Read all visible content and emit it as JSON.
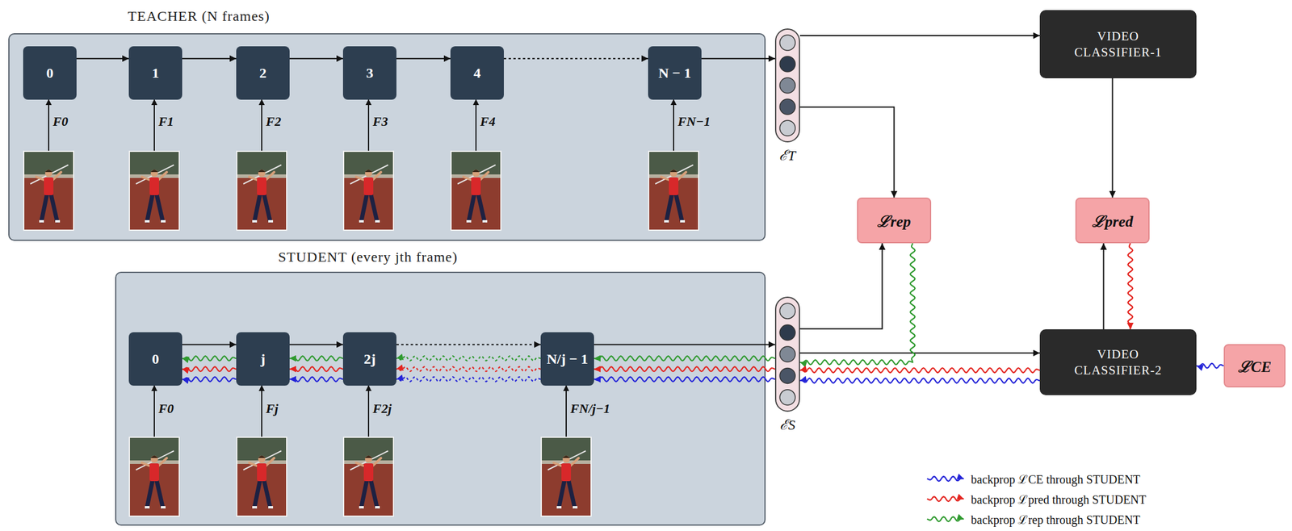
{
  "diagram": {
    "nodes": [
      {
        "text": [
          "TEACHER (N frames)"
        ]
      },
      {
        "text": [
          "0"
        ],
        "in": 0
      },
      {
        "text": [
          "1"
        ],
        "in": 0
      },
      {
        "text": [
          "2"
        ],
        "in": 0
      },
      {
        "text": [
          "3"
        ],
        "in": 0
      },
      {
        "text": [
          "4"
        ],
        "in": 0
      },
      {
        "text": [
          "N − 1"
        ],
        "in": 0
      },
      {
        "text": [
          "ℰT"
        ]
      },
      {
        "text": [
          "VIDEO CLASSIFIER-1"
        ]
      },
      {
        "text": [
          "ℒrep"
        ]
      },
      {
        "text": [
          "ℒpred"
        ]
      },
      {
        "text": [
          "STUDENT (every jth frame)"
        ]
      },
      {
        "text": [
          "0"
        ],
        "in": 11
      },
      {
        "text": [
          "j"
        ],
        "in": 11
      },
      {
        "text": [
          "2j"
        ],
        "in": 11
      },
      {
        "text": [
          "N/j − 1"
        ],
        "in": 11
      },
      {
        "text": [
          "ℰS"
        ]
      },
      {
        "text": [
          "VIDEO CLASSIFIER-2"
        ]
      },
      {
        "text": [
          "ℒCE"
        ]
      }
    ],
    "edges": [
      {
        "from": 1,
        "to": 2,
        "arrow": "to"
      },
      {
        "from": 2,
        "to": 3,
        "arrow": "to"
      },
      {
        "from": 3,
        "to": 4,
        "arrow": "to"
      },
      {
        "from": 4,
        "to": 5,
        "arrow": "to"
      },
      {
        "from": 5,
        "to": 6,
        "arrow": "to"
      },
      {
        "from": 6,
        "to": 7,
        "arrow": "to"
      },
      {
        "from": 7,
        "to": 8,
        "arrow": "to"
      },
      {
        "from": 7,
        "to": 9,
        "arrow": "to"
      },
      {
        "from": 8,
        "to": 10,
        "arrow": "to"
      },
      {
        "from": 12,
        "to": 13,
        "arrow": "to"
      },
      {
        "from": 13,
        "to": 14,
        "arrow": "to"
      },
      {
        "from": 14,
        "to": 15,
        "arrow": "to"
      },
      {
        "from": 15,
        "to": 16,
        "arrow": "to"
      },
      {
        "from": 16,
        "to": 9,
        "arrow": "to"
      },
      {
        "from": 16,
        "to": 17,
        "arrow": "to"
      },
      {
        "from": 17,
        "to": 10,
        "arrow": "to"
      },
      {
        "from": 9,
        "to": 16,
        "arrow": "to"
      },
      {
        "from": 10,
        "to": 17,
        "arrow": "to"
      },
      {
        "from": 18,
        "to": 17,
        "arrow": "to"
      },
      {
        "from": 17,
        "to": 16,
        "arrow": "to"
      },
      {
        "from": 17,
        "to": 16,
        "arrow": "to"
      },
      {
        "from": 16,
        "to": 15,
        "arrow": "to"
      },
      {
        "from": 16,
        "to": 15,
        "arrow": "to"
      },
      {
        "from": 16,
        "to": 15,
        "arrow": "to"
      },
      {
        "from": 15,
        "to": 14,
        "arrow": "to"
      },
      {
        "from": 15,
        "to": 14,
        "arrow": "to"
      },
      {
        "from": 15,
        "to": 14,
        "arrow": "to"
      },
      {
        "from": 14,
        "to": 13,
        "arrow": "to"
      },
      {
        "from": 14,
        "to": 13,
        "arrow": "to"
      },
      {
        "from": 14,
        "to": 13,
        "arrow": "to"
      },
      {
        "from": 13,
        "to": 12,
        "arrow": "to"
      },
      {
        "from": 13,
        "to": 12,
        "arrow": "to"
      },
      {
        "from": 13,
        "to": 12,
        "arrow": "to"
      }
    ],
    "labels": [
      "F0",
      "F1",
      "F2",
      "F3",
      "F4",
      "FN−1",
      "F0",
      "Fj",
      "F2j",
      "FN/j−1"
    ],
    "legend": [
      {
        "text": "backprop ℒCE through STUDENT"
      },
      {
        "text": "backprop ℒpred through STUDENT"
      },
      {
        "text": "backprop ℒrep through STUDENT"
      }
    ]
  }
}
